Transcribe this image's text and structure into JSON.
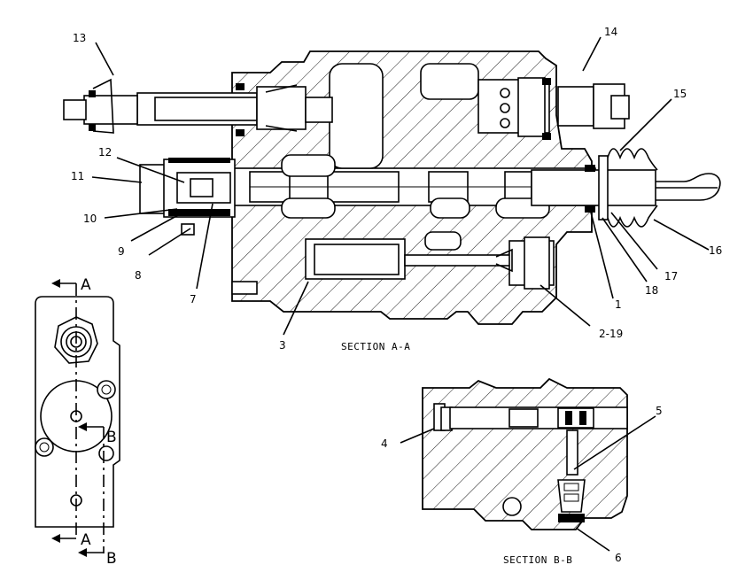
{
  "callouts": {
    "c1": "1",
    "c2_19": "2-19",
    "c3": "3",
    "c4": "4",
    "c5": "5",
    "c6": "6",
    "c7": "7",
    "c8": "8",
    "c9": "9",
    "c10": "10",
    "c11": "11",
    "c12": "12",
    "c13": "13",
    "c14": "14",
    "c15": "15",
    "c16": "16",
    "c17": "17",
    "c18": "18"
  },
  "sections": {
    "aa_title": "SECTION A-A",
    "bb_title": "SECTION B-B"
  },
  "markers": {
    "a_top": "A",
    "a_bottom": "A",
    "b_mid": "B",
    "b_bottom": "B"
  }
}
